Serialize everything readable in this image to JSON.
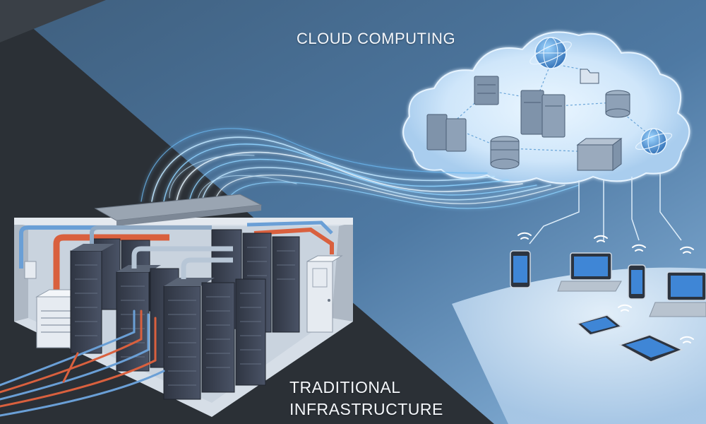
{
  "cloud_section": {
    "title": "CLOUD COMPUTING",
    "icons": [
      "server-icon",
      "database-icon",
      "globe-icon",
      "folder-icon",
      "storage-box-icon"
    ]
  },
  "traditional_section": {
    "title_line1": "TRADITIONAL",
    "title_line2": "INFRASTRUCTURE"
  },
  "client_devices": [
    "smartphone-icon",
    "laptop-icon",
    "tablet-icon",
    "wifi-icon"
  ],
  "colors": {
    "dark_background": "#2b3036",
    "cloud_background": "#5f89b3",
    "glow_blue": "#8fd3ff",
    "server_rack": "#3a4150",
    "pipe_red": "#d9603e",
    "pipe_blue": "#6a9fd6"
  }
}
